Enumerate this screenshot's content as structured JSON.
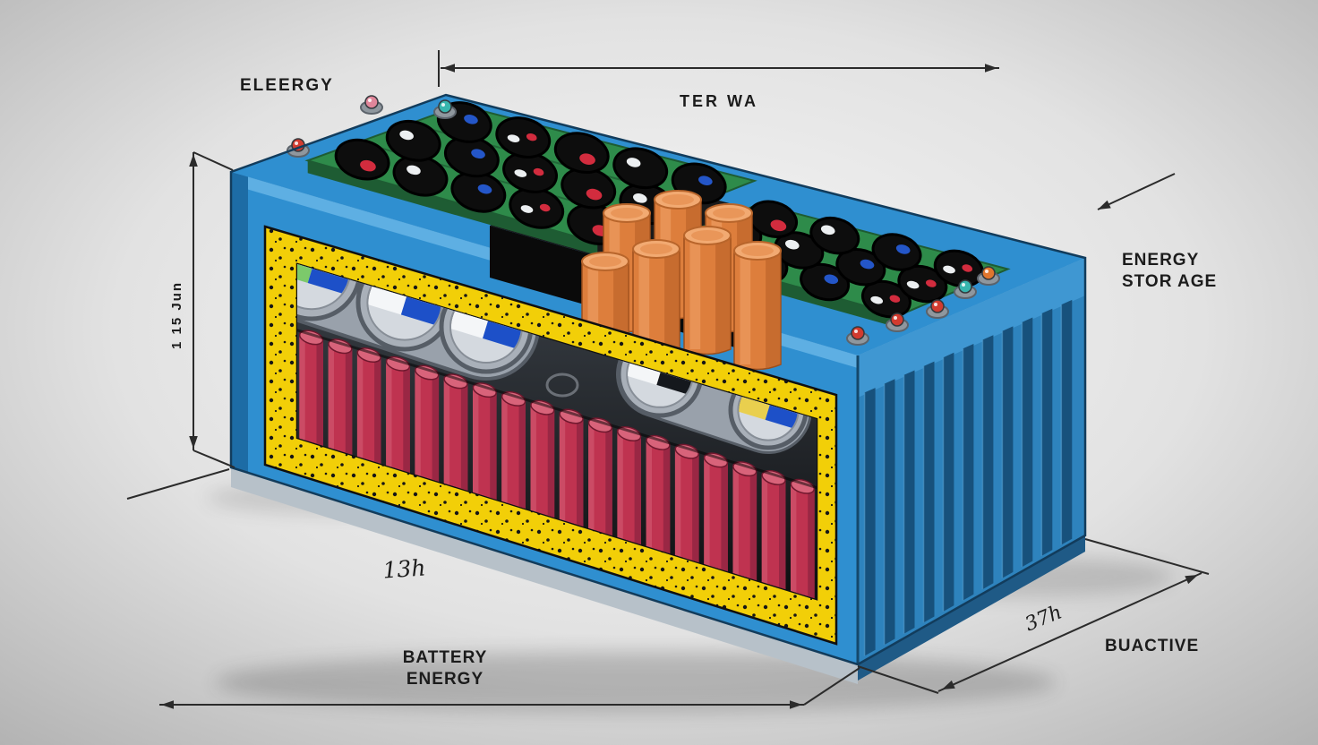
{
  "diagram": {
    "title": "Battery energy storage cutaway illustration",
    "description": "Cutaway technical illustration of a blue battery energy storage pack showing red cylindrical cells, gray wound cells, green cell modules with black cylinder cells, orange capacitors, cooling fins, and dimension annotations"
  },
  "labels": {
    "top_left": "ELEERGY",
    "top_center": "TER WA",
    "right_side_line1": "ENERGY",
    "right_side_line2": "STOR AGE",
    "left_vertical": "1 15 Jun",
    "bottom_width": "13h",
    "caption_line1": "BATTERY",
    "caption_line2": "ENERGY",
    "depth_dim": "37h",
    "bottom_right": "BUACTIVE"
  },
  "colors": {
    "background_center": "#f6f6f6",
    "background_edge": "#b9b9b9",
    "case_blue": "#2f8fd0",
    "case_blue_dark": "#1b6aa3",
    "case_blue_light": "#5fb0e2",
    "fin_dark": "#17517c",
    "fin_light": "#2e83bd",
    "seal_yellow": "#f2cf08",
    "seal_dot": "#161616",
    "cell_red": "#bf3350",
    "cell_red_light": "#d8637a",
    "cell_red_dark": "#8e2440",
    "module_green": "#2e8b4a",
    "module_green_dark": "#1e5c33",
    "capacitor_orange": "#dd7e3c",
    "capacitor_orange_light": "#f2aa72",
    "cylinder_gray": "#a9b0b9",
    "label_blue": "#1d50c8",
    "inner_dark": "#101214",
    "dimension_line": "#2b2b2b",
    "text": "#1c1c1c"
  },
  "counts": {
    "red_cells": 18,
    "gray_cylinders": 5,
    "capacitors": 7,
    "cooling_fins": 11
  }
}
